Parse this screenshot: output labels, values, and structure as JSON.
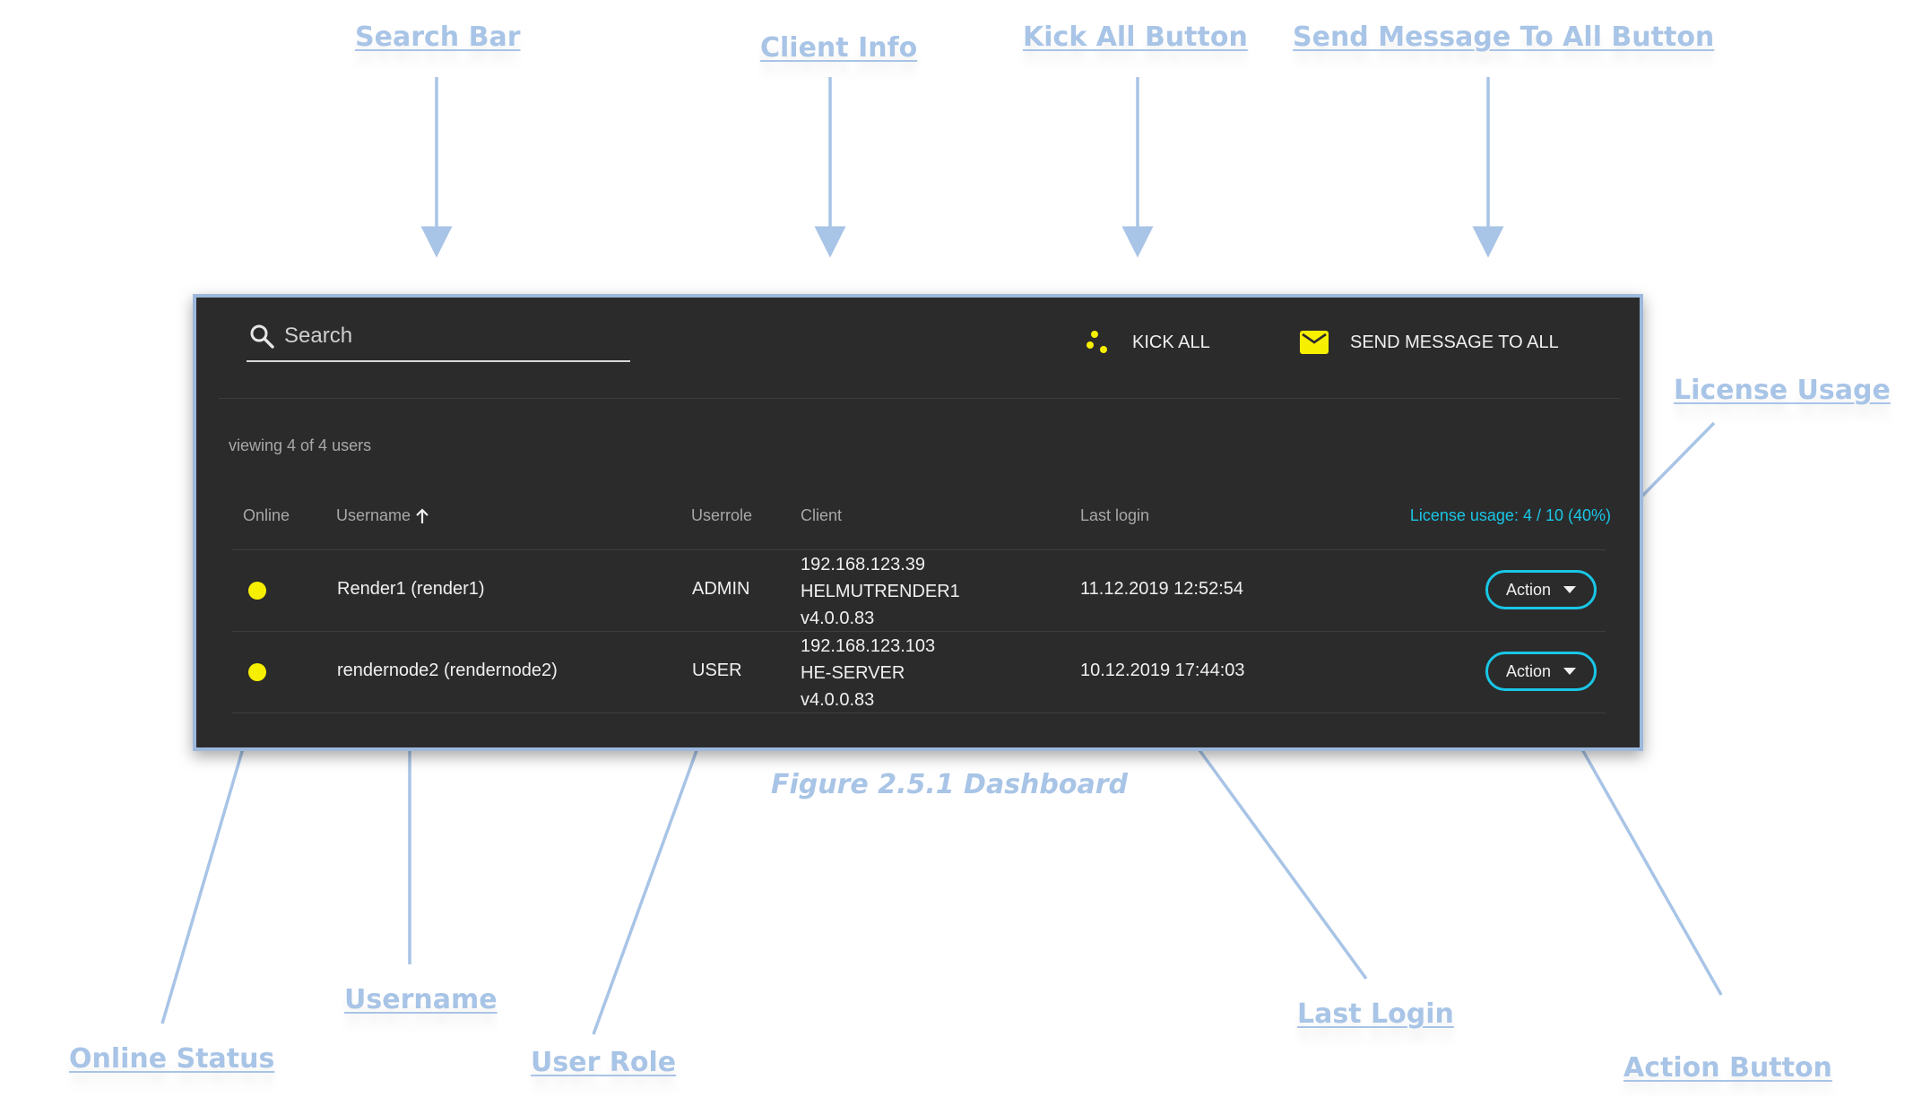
{
  "annotations": {
    "search_bar": "Search Bar",
    "client_info": "Client Info",
    "kick_all_button": "Kick All Button",
    "send_message_button": "Send Message To All Button",
    "license_usage": "License Usage",
    "username": "Username",
    "online_status": "Online Status",
    "user_role": "User Role",
    "last_login": "Last  Login",
    "action_button": "Action Button",
    "color": "#a8c4e6"
  },
  "caption": "Figure 2.5.1 Dashboard",
  "toolbar": {
    "search_placeholder": "Search",
    "kick_all_label": "KICK ALL",
    "send_message_label": "SEND MESSAGE TO ALL",
    "icon_color": "#f7ef00"
  },
  "viewing_text": "viewing 4 of 4 users",
  "table": {
    "headers": {
      "online": "Online",
      "username": "Username",
      "userrole": "Userrole",
      "client": "Client",
      "last_login": "Last login"
    },
    "sort_icon": "arrow-up-icon",
    "license_usage": "License usage: 4 / 10 (40%)",
    "accent_color": "#19c6e6",
    "rows": [
      {
        "online": true,
        "username": "Render1 (render1)",
        "userrole": "ADMIN",
        "client_ip": "192.168.123.39",
        "client_host": "HELMUTRENDER1",
        "client_version": "v4.0.0.83",
        "last_login": "11.12.2019 12:52:54",
        "action_label": "Action"
      },
      {
        "online": true,
        "username": "rendernode2 (rendernode2)",
        "userrole": "USER",
        "client_ip": "192.168.123.103",
        "client_host": "HE-SERVER",
        "client_version": "v4.0.0.83",
        "last_login": "10.12.2019 17:44:03",
        "action_label": "Action"
      }
    ]
  }
}
